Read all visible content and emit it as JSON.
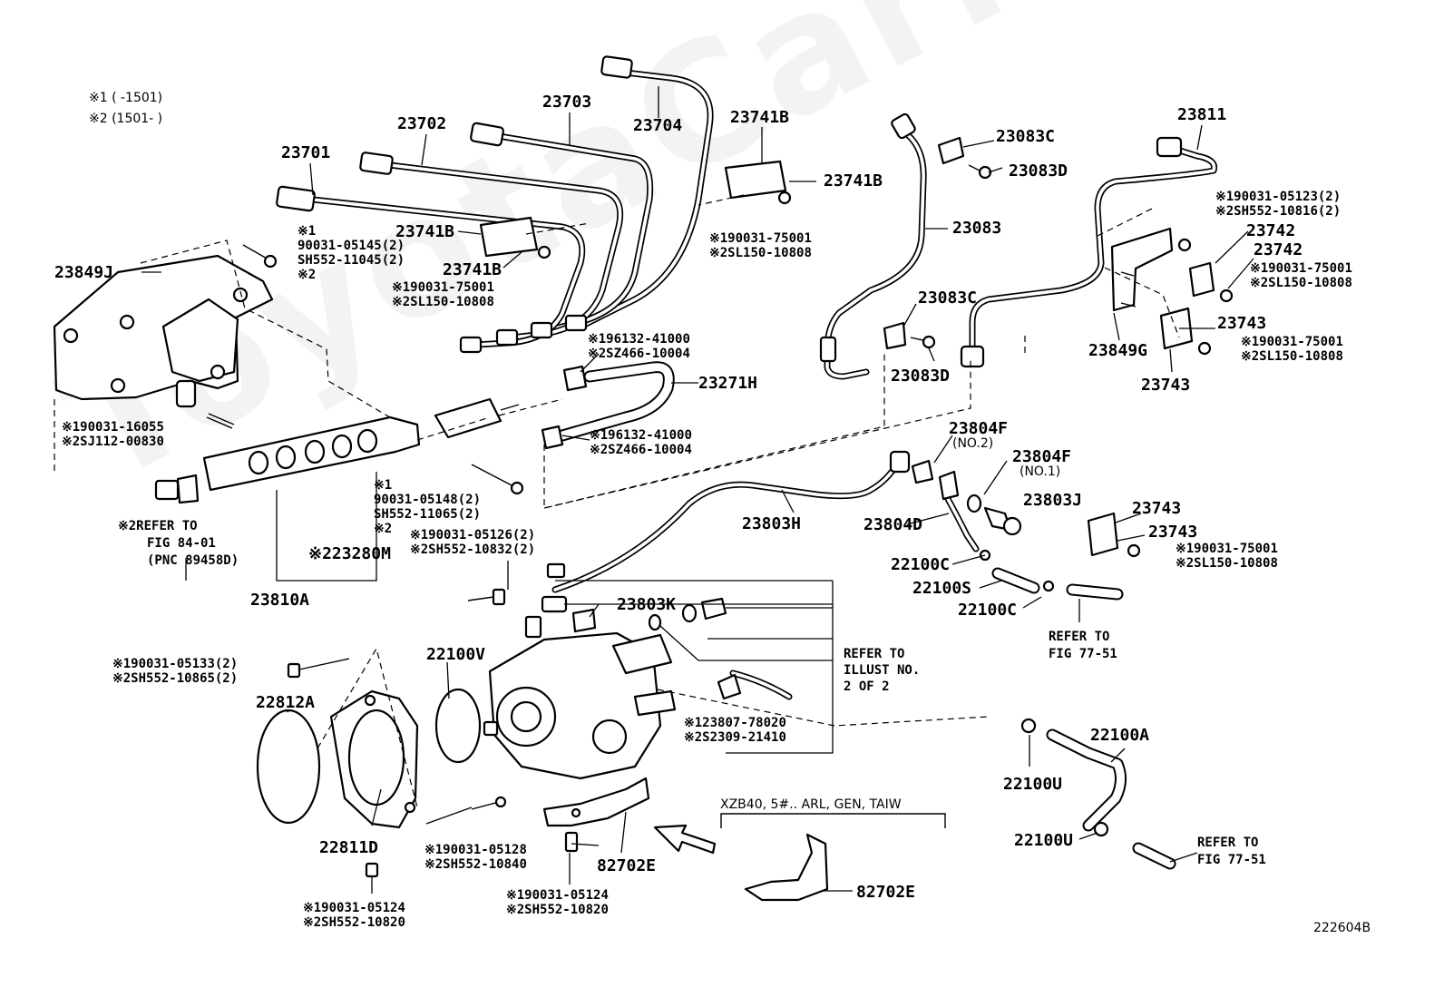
{
  "watermark": "ToyotaCarMine.ru",
  "figure_id": "222604B",
  "legend": {
    "line1": "※1 (      -1501)",
    "line2": "※2 (1501-      )"
  },
  "callouts": [
    {
      "id": "c01",
      "text": "23701",
      "size": "big"
    },
    {
      "id": "c02",
      "text": "23702",
      "size": "big"
    },
    {
      "id": "c03",
      "text": "23703",
      "size": "big"
    },
    {
      "id": "c04",
      "text": "23704",
      "size": "big"
    },
    {
      "id": "c05",
      "text": "23741B",
      "size": "big"
    },
    {
      "id": "c06",
      "text": "23741B",
      "size": "big"
    },
    {
      "id": "c07",
      "text": "※190031-75001",
      "size": "sm"
    },
    {
      "id": "c08",
      "text": "※2SL150-10808",
      "size": "sm"
    },
    {
      "id": "c09",
      "text": "23741B",
      "size": "big"
    },
    {
      "id": "c10",
      "text": "23741B",
      "size": "big"
    },
    {
      "id": "c11",
      "text": "※190031-75001",
      "size": "sm"
    },
    {
      "id": "c12",
      "text": "※2SL150-10808",
      "size": "sm"
    },
    {
      "id": "c13",
      "text": "※1",
      "size": "sm"
    },
    {
      "id": "c14",
      "text": "90031-05145(2)",
      "size": "sm"
    },
    {
      "id": "c15",
      "text": "SH552-11045(2)",
      "size": "sm"
    },
    {
      "id": "c16",
      "text": "※2",
      "size": "sm"
    },
    {
      "id": "c17",
      "text": "23849J",
      "size": "big"
    },
    {
      "id": "c18",
      "text": "※190031-16055",
      "size": "sm"
    },
    {
      "id": "c19",
      "text": "※2SJ112-00830",
      "size": "sm"
    },
    {
      "id": "c20",
      "text": "※196132-41000",
      "size": "sm"
    },
    {
      "id": "c21",
      "text": "※2SZ466-10004",
      "size": "sm"
    },
    {
      "id": "c22",
      "text": "23271H",
      "size": "big"
    },
    {
      "id": "c23",
      "text": "※196132-41000",
      "size": "sm"
    },
    {
      "id": "c24",
      "text": "※2SZ466-10004",
      "size": "sm"
    },
    {
      "id": "c25",
      "text": "※1",
      "size": "sm"
    },
    {
      "id": "c26",
      "text": "90031-05148(2)",
      "size": "sm"
    },
    {
      "id": "c27",
      "text": "SH552-11065(2)",
      "size": "sm"
    },
    {
      "id": "c28",
      "text": "※2",
      "size": "sm"
    },
    {
      "id": "c29",
      "text": "※2REFER TO",
      "size": "sm"
    },
    {
      "id": "c30",
      "text": "FIG 84-01",
      "size": "sm"
    },
    {
      "id": "c31",
      "text": "(PNC 89458D)",
      "size": "sm"
    },
    {
      "id": "c32",
      "text": "※223280M",
      "size": "big"
    },
    {
      "id": "c33",
      "text": "23810A",
      "size": "big"
    },
    {
      "id": "c34",
      "text": "23083C",
      "size": "big"
    },
    {
      "id": "c35",
      "text": "23083D",
      "size": "big"
    },
    {
      "id": "c36",
      "text": "23083",
      "size": "big"
    },
    {
      "id": "c37",
      "text": "23083C",
      "size": "big"
    },
    {
      "id": "c38",
      "text": "23083D",
      "size": "big"
    },
    {
      "id": "c39",
      "text": "23811",
      "size": "big"
    },
    {
      "id": "c40",
      "text": "※190031-05123(2)",
      "size": "sm"
    },
    {
      "id": "c41",
      "text": "※2SH552-10816(2)",
      "size": "sm"
    },
    {
      "id": "c42",
      "text": "23742",
      "size": "big"
    },
    {
      "id": "c43",
      "text": "23742",
      "size": "big"
    },
    {
      "id": "c44",
      "text": "※190031-75001",
      "size": "sm"
    },
    {
      "id": "c45",
      "text": "※2SL150-10808",
      "size": "sm"
    },
    {
      "id": "c46",
      "text": "23743",
      "size": "big"
    },
    {
      "id": "c47",
      "text": "23849G",
      "size": "big"
    },
    {
      "id": "c48",
      "text": "※190031-75001",
      "size": "sm"
    },
    {
      "id": "c49",
      "text": "※2SL150-10808",
      "size": "sm"
    },
    {
      "id": "c50",
      "text": "23743",
      "size": "big"
    },
    {
      "id": "c51",
      "text": "23804F",
      "size": "big"
    },
    {
      "id": "c52",
      "text": "(NO.2)",
      "size": "note"
    },
    {
      "id": "c53",
      "text": "23804F",
      "size": "big"
    },
    {
      "id": "c54",
      "text": "(NO.1)",
      "size": "note"
    },
    {
      "id": "c55",
      "text": "23803J",
      "size": "big"
    },
    {
      "id": "c56",
      "text": "23803H",
      "size": "big"
    },
    {
      "id": "c57",
      "text": "23804D",
      "size": "big"
    },
    {
      "id": "c58",
      "text": "22100C",
      "size": "big"
    },
    {
      "id": "c59",
      "text": "22100S",
      "size": "big"
    },
    {
      "id": "c60",
      "text": "22100C",
      "size": "big"
    },
    {
      "id": "c61",
      "text": "23743",
      "size": "big"
    },
    {
      "id": "c62",
      "text": "23743",
      "size": "big"
    },
    {
      "id": "c63",
      "text": "※190031-75001",
      "size": "sm"
    },
    {
      "id": "c64",
      "text": "※2SL150-10808",
      "size": "sm"
    },
    {
      "id": "c65",
      "text": "REFER TO",
      "size": "sm"
    },
    {
      "id": "c66",
      "text": "FIG 77-51",
      "size": "sm"
    },
    {
      "id": "c67",
      "text": "※190031-05126(2)",
      "size": "sm"
    },
    {
      "id": "c68",
      "text": "※2SH552-10832(2)",
      "size": "sm"
    },
    {
      "id": "c69",
      "text": "23803K",
      "size": "big"
    },
    {
      "id": "c70",
      "text": "REFER TO",
      "size": "sm"
    },
    {
      "id": "c71",
      "text": "ILLUST NO.",
      "size": "sm"
    },
    {
      "id": "c72",
      "text": "2 OF 2",
      "size": "sm"
    },
    {
      "id": "c73",
      "text": "※190031-05133(2)",
      "size": "sm"
    },
    {
      "id": "c74",
      "text": "※2SH552-10865(2)",
      "size": "sm"
    },
    {
      "id": "c75",
      "text": "22100V",
      "size": "big"
    },
    {
      "id": "c76",
      "text": "22812A",
      "size": "big"
    },
    {
      "id": "c77",
      "text": "※123807-78020",
      "size": "sm"
    },
    {
      "id": "c78",
      "text": "※2S2309-21410",
      "size": "sm"
    },
    {
      "id": "c79",
      "text": "22100A",
      "size": "big"
    },
    {
      "id": "c80",
      "text": "22100U",
      "size": "big"
    },
    {
      "id": "c81",
      "text": "22100U",
      "size": "big"
    },
    {
      "id": "c82",
      "text": "REFER TO",
      "size": "sm"
    },
    {
      "id": "c83",
      "text": "FIG 77-51",
      "size": "sm"
    },
    {
      "id": "c84",
      "text": "XZB40, 5#.. ARL, GEN, TAIW",
      "size": "note"
    },
    {
      "id": "c85",
      "text": "22811D",
      "size": "big"
    },
    {
      "id": "c86",
      "text": "※190031-05128",
      "size": "sm"
    },
    {
      "id": "c87",
      "text": "※2SH552-10840",
      "size": "sm"
    },
    {
      "id": "c88",
      "text": "82702E",
      "size": "big"
    },
    {
      "id": "c89",
      "text": "※190031-05124",
      "size": "sm"
    },
    {
      "id": "c90",
      "text": "※2SH552-10820",
      "size": "sm"
    },
    {
      "id": "c91",
      "text": "※190031-05124",
      "size": "sm"
    },
    {
      "id": "c92",
      "text": "※2SH552-10820",
      "size": "sm"
    },
    {
      "id": "c93",
      "text": "82702E",
      "size": "big"
    }
  ]
}
